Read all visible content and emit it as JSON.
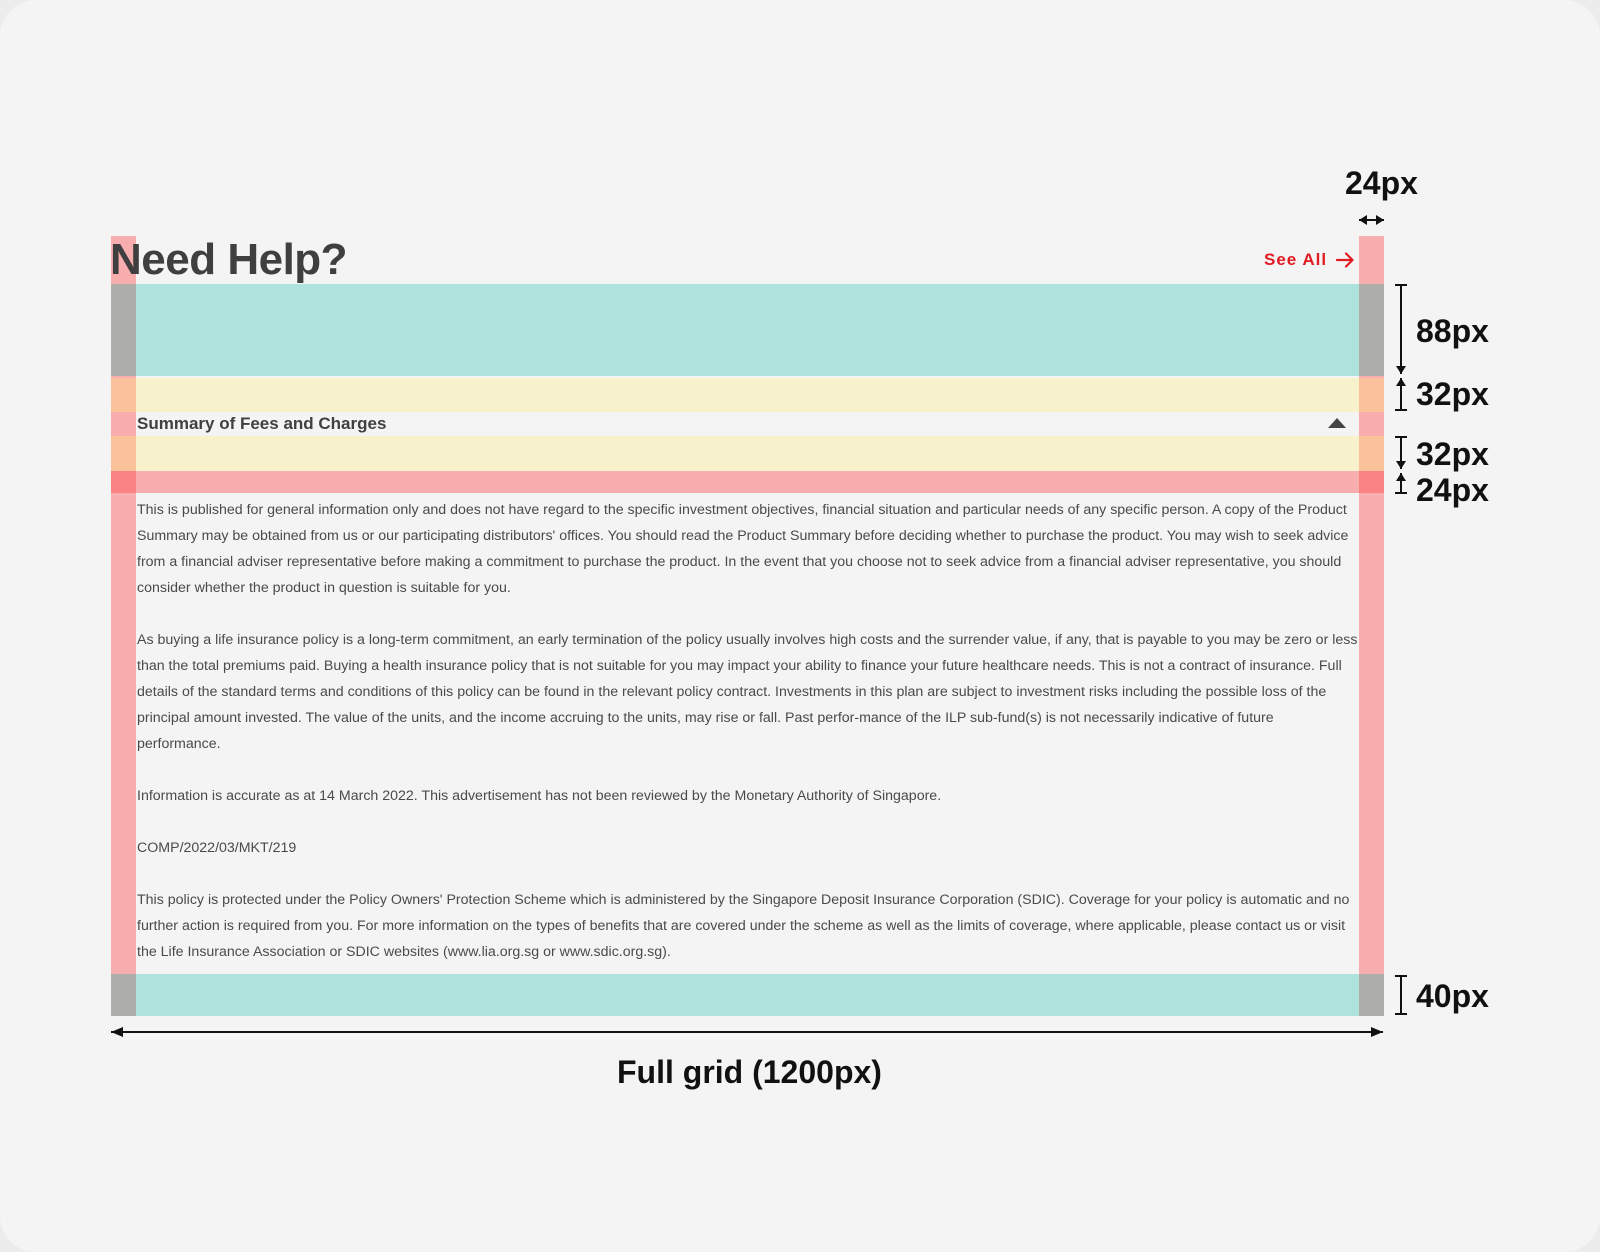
{
  "module": {
    "title": "Need Help?",
    "see_all_label": "See All",
    "accordion_label": "Summary of Fees and Charges",
    "paragraphs": [
      "This is published for general information only and does not have regard to the specific investment objectives, financial situation and particular needs of any specific person. A copy of the Product Summary may be obtained from us or our participating distributors' offices. You should read the Product Summary before deciding whether to purchase the product. You may wish to seek advice from a financial adviser representative before making a commitment to purchase the product. In the event that you choose not to seek advice from a financial adviser representative, you should consider whether the product in question is suitable for you.",
      "As buying a life insurance policy is a long-term commitment, an early termination of the policy usually involves high costs and the surrender value, if any, that is payable to you may be zero or less than the total premiums paid. Buying a health insurance policy that is not suitable for you may impact your ability to finance your future healthcare needs. This is not a contract of insurance. Full details of the standard terms and conditions of this policy can be found in the relevant policy contract. Investments in this plan are subject to investment risks including the possible loss of the principal amount invested. The value of the units, and the income accruing to the units, may rise or fall. Past perfor-mance of the ILP sub-fund(s) is not necessarily indicative of future performance.",
      "Information is accurate as at 14 March 2022. This advertisement has not been reviewed by the Monetary Authority of Singapore.",
      "COMP/2022/03/MKT/219",
      "This policy is protected under the Policy Owners' Protection Scheme which is administered by the Singapore Deposit Insurance Corporation (SDIC). Coverage for your policy is automatic and no further action is required from you. For more information on the types of benefits that are covered under the scheme as well as the limits of coverage, where applicable, please contact us or visit the Life Insurance Association or SDIC websites (www.lia.org.sg or www.sdic.org.sg)."
    ]
  },
  "measurements": {
    "gutter": "24px",
    "top_spacing": "88px",
    "above_label": "32px",
    "below_label": "32px",
    "before_body": "24px",
    "bottom_spacing": "40px",
    "full_grid": "Full grid (1200px)"
  },
  "colors": {
    "accent": "#e11b22",
    "teal_spacing": "#aee3dd",
    "yellow_spacing": "#f8f2cc",
    "pink_gutter": "#f8adae"
  },
  "icons": {
    "see_all": "arrow-right-icon",
    "accordion": "caret-up-icon"
  }
}
